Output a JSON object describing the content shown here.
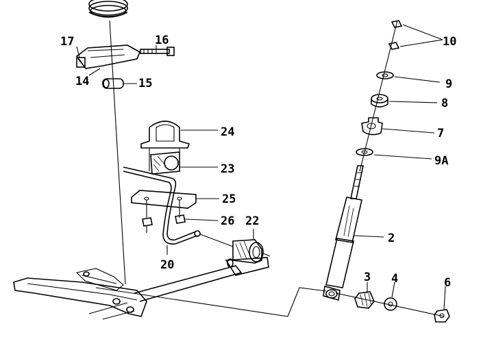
{
  "diagram": {
    "labels": {
      "l10": "10",
      "l9": "9",
      "l8": "8",
      "l7": "7",
      "l9a": "9A",
      "l2": "2",
      "l3": "3",
      "l4": "4",
      "l6": "6",
      "l16": "16",
      "l17": "17",
      "l14": "14",
      "l15": "15",
      "l24": "24",
      "l23": "23",
      "l25": "25",
      "l26": "26",
      "l22": "22",
      "l20": "20"
    }
  }
}
